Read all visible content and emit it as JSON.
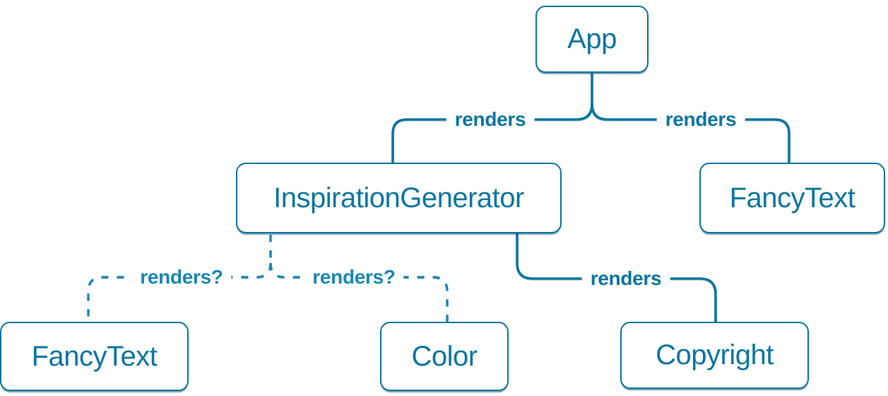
{
  "diagram": {
    "nodes": [
      {
        "id": "app",
        "label": "App"
      },
      {
        "id": "inspiration-generator",
        "label": "InspirationGenerator"
      },
      {
        "id": "fancy-text-top",
        "label": "FancyText"
      },
      {
        "id": "fancy-text-bottom",
        "label": "FancyText"
      },
      {
        "id": "color",
        "label": "Color"
      },
      {
        "id": "copyright",
        "label": "Copyright"
      }
    ],
    "edges": [
      {
        "from": "App",
        "to": "InspirationGenerator",
        "label": "renders",
        "style": "solid"
      },
      {
        "from": "App",
        "to": "FancyText",
        "label": "renders",
        "style": "solid"
      },
      {
        "from": "InspirationGenerator",
        "to": "FancyText",
        "label": "renders?",
        "style": "dashed"
      },
      {
        "from": "InspirationGenerator",
        "to": "Color",
        "label": "renders?",
        "style": "dashed"
      },
      {
        "from": "InspirationGenerator",
        "to": "Copyright",
        "label": "renders",
        "style": "solid"
      }
    ],
    "colors": {
      "solid_line": "#0b76a0",
      "dashed_line": "#1b87b2",
      "node_border": "#0b76a0",
      "node_text": "#0b76a0",
      "node_fill": "#ffffff"
    }
  }
}
